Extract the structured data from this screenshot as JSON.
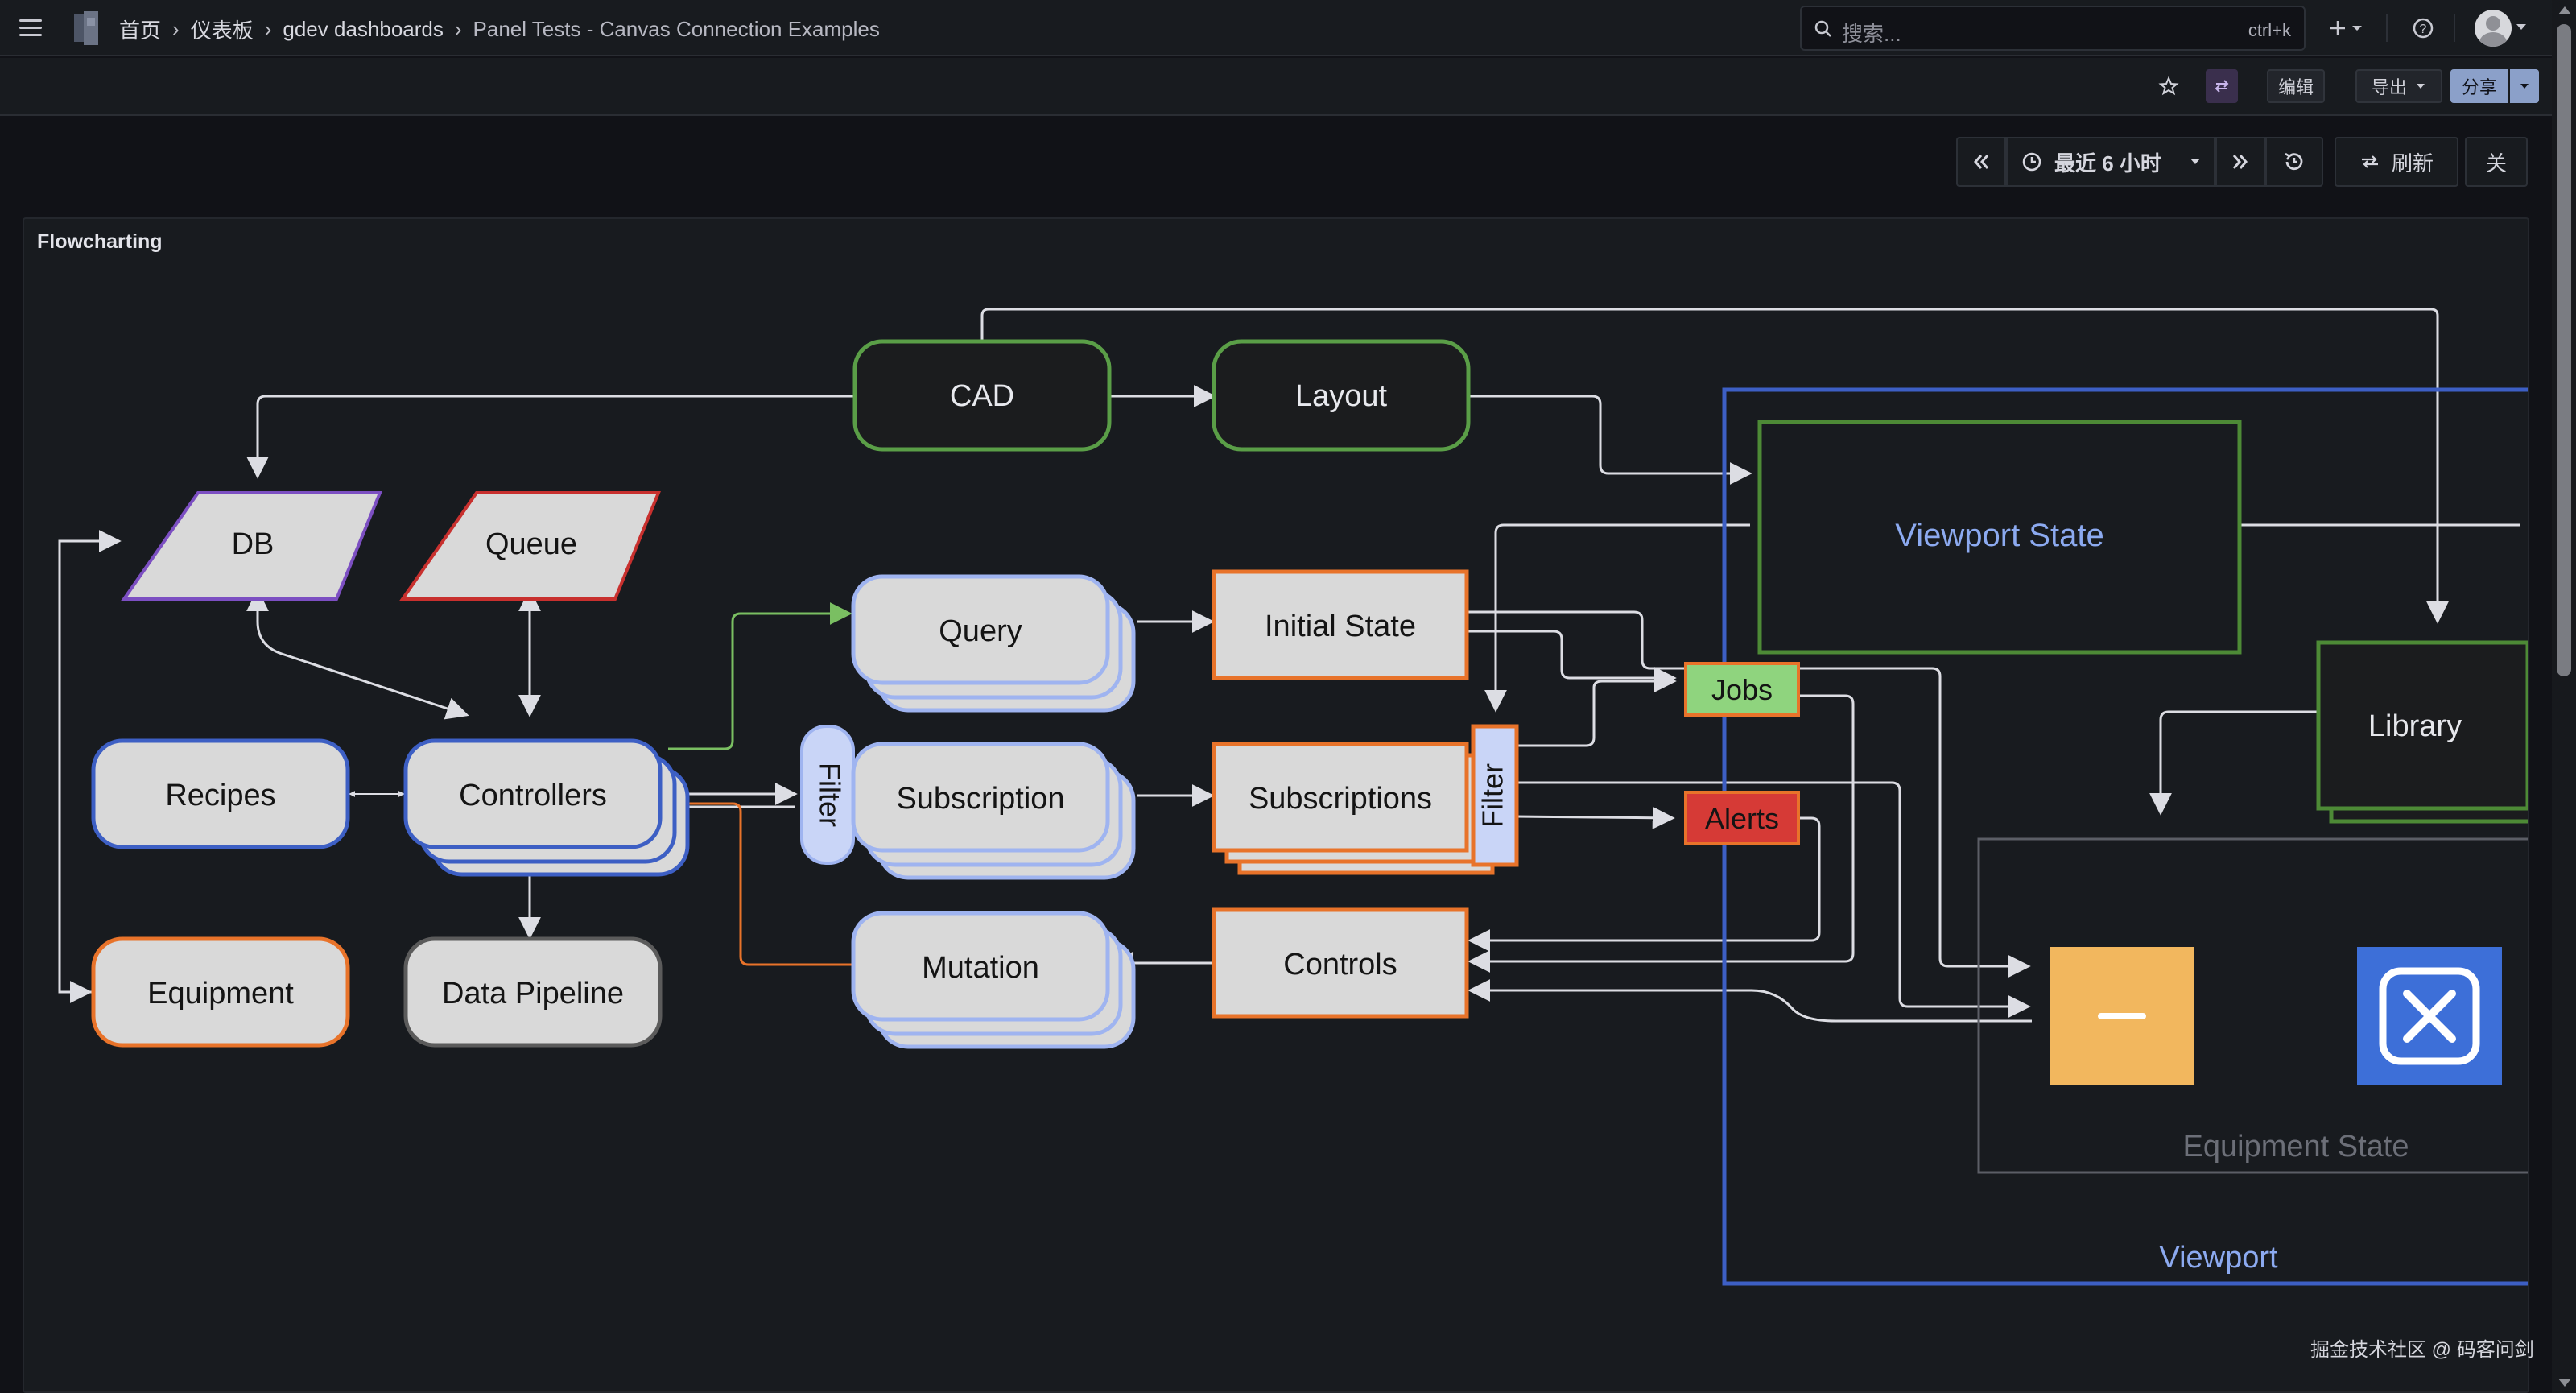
{
  "breadcrumb": {
    "home": "首页",
    "dashboards": "仪表板",
    "folder": "gdev dashboards",
    "current": "Panel Tests - Canvas Connection Examples"
  },
  "search": {
    "placeholder": "搜索...",
    "shortcut": "ctrl+k"
  },
  "toolbar": {
    "edit_label": "编辑",
    "export_label": "导出",
    "share_label": "分享",
    "share_color": "#8ba0c9"
  },
  "time": {
    "range_label": "最近 6 小时",
    "refresh_label": "刷新",
    "close_label": "关"
  },
  "panel": {
    "title": "Flowcharting",
    "nodes": {
      "cad": "CAD",
      "layout": "Layout",
      "db": "DB",
      "queue": "Queue",
      "recipes": "Recipes",
      "controllers": "Controllers",
      "equipment": "Equipment",
      "data_pipeline": "Data Pipeline",
      "query": "Query",
      "subscription": "Subscription",
      "mutation": "Mutation",
      "filter_left": "Filter",
      "initial_state": "Initial State",
      "subscriptions": "Subscriptions",
      "controls": "Controls",
      "filter_right": "Filter",
      "jobs": "Jobs",
      "alerts": "Alerts",
      "viewport_state": "Viewport State",
      "library": "Library",
      "equipment_state": "Equipment State",
      "viewport": "Viewport"
    },
    "colors": {
      "green": "#5a9e47",
      "orange": "#e8732a",
      "blue": "#3d5fc4",
      "light_blue": "#9fb4f0",
      "purple": "#7c4fc2",
      "red_border": "#c8302e",
      "node_fill": "#d9d9d9",
      "jobs_fill": "#8fd47e",
      "alerts_fill": "#d63a36",
      "viewport_text": "#8caaf0",
      "orange_fill": "#f2b75e",
      "icon_fill": "#3d6fd8"
    }
  },
  "watermark": "掘金技术社区 @ 码客问剑"
}
